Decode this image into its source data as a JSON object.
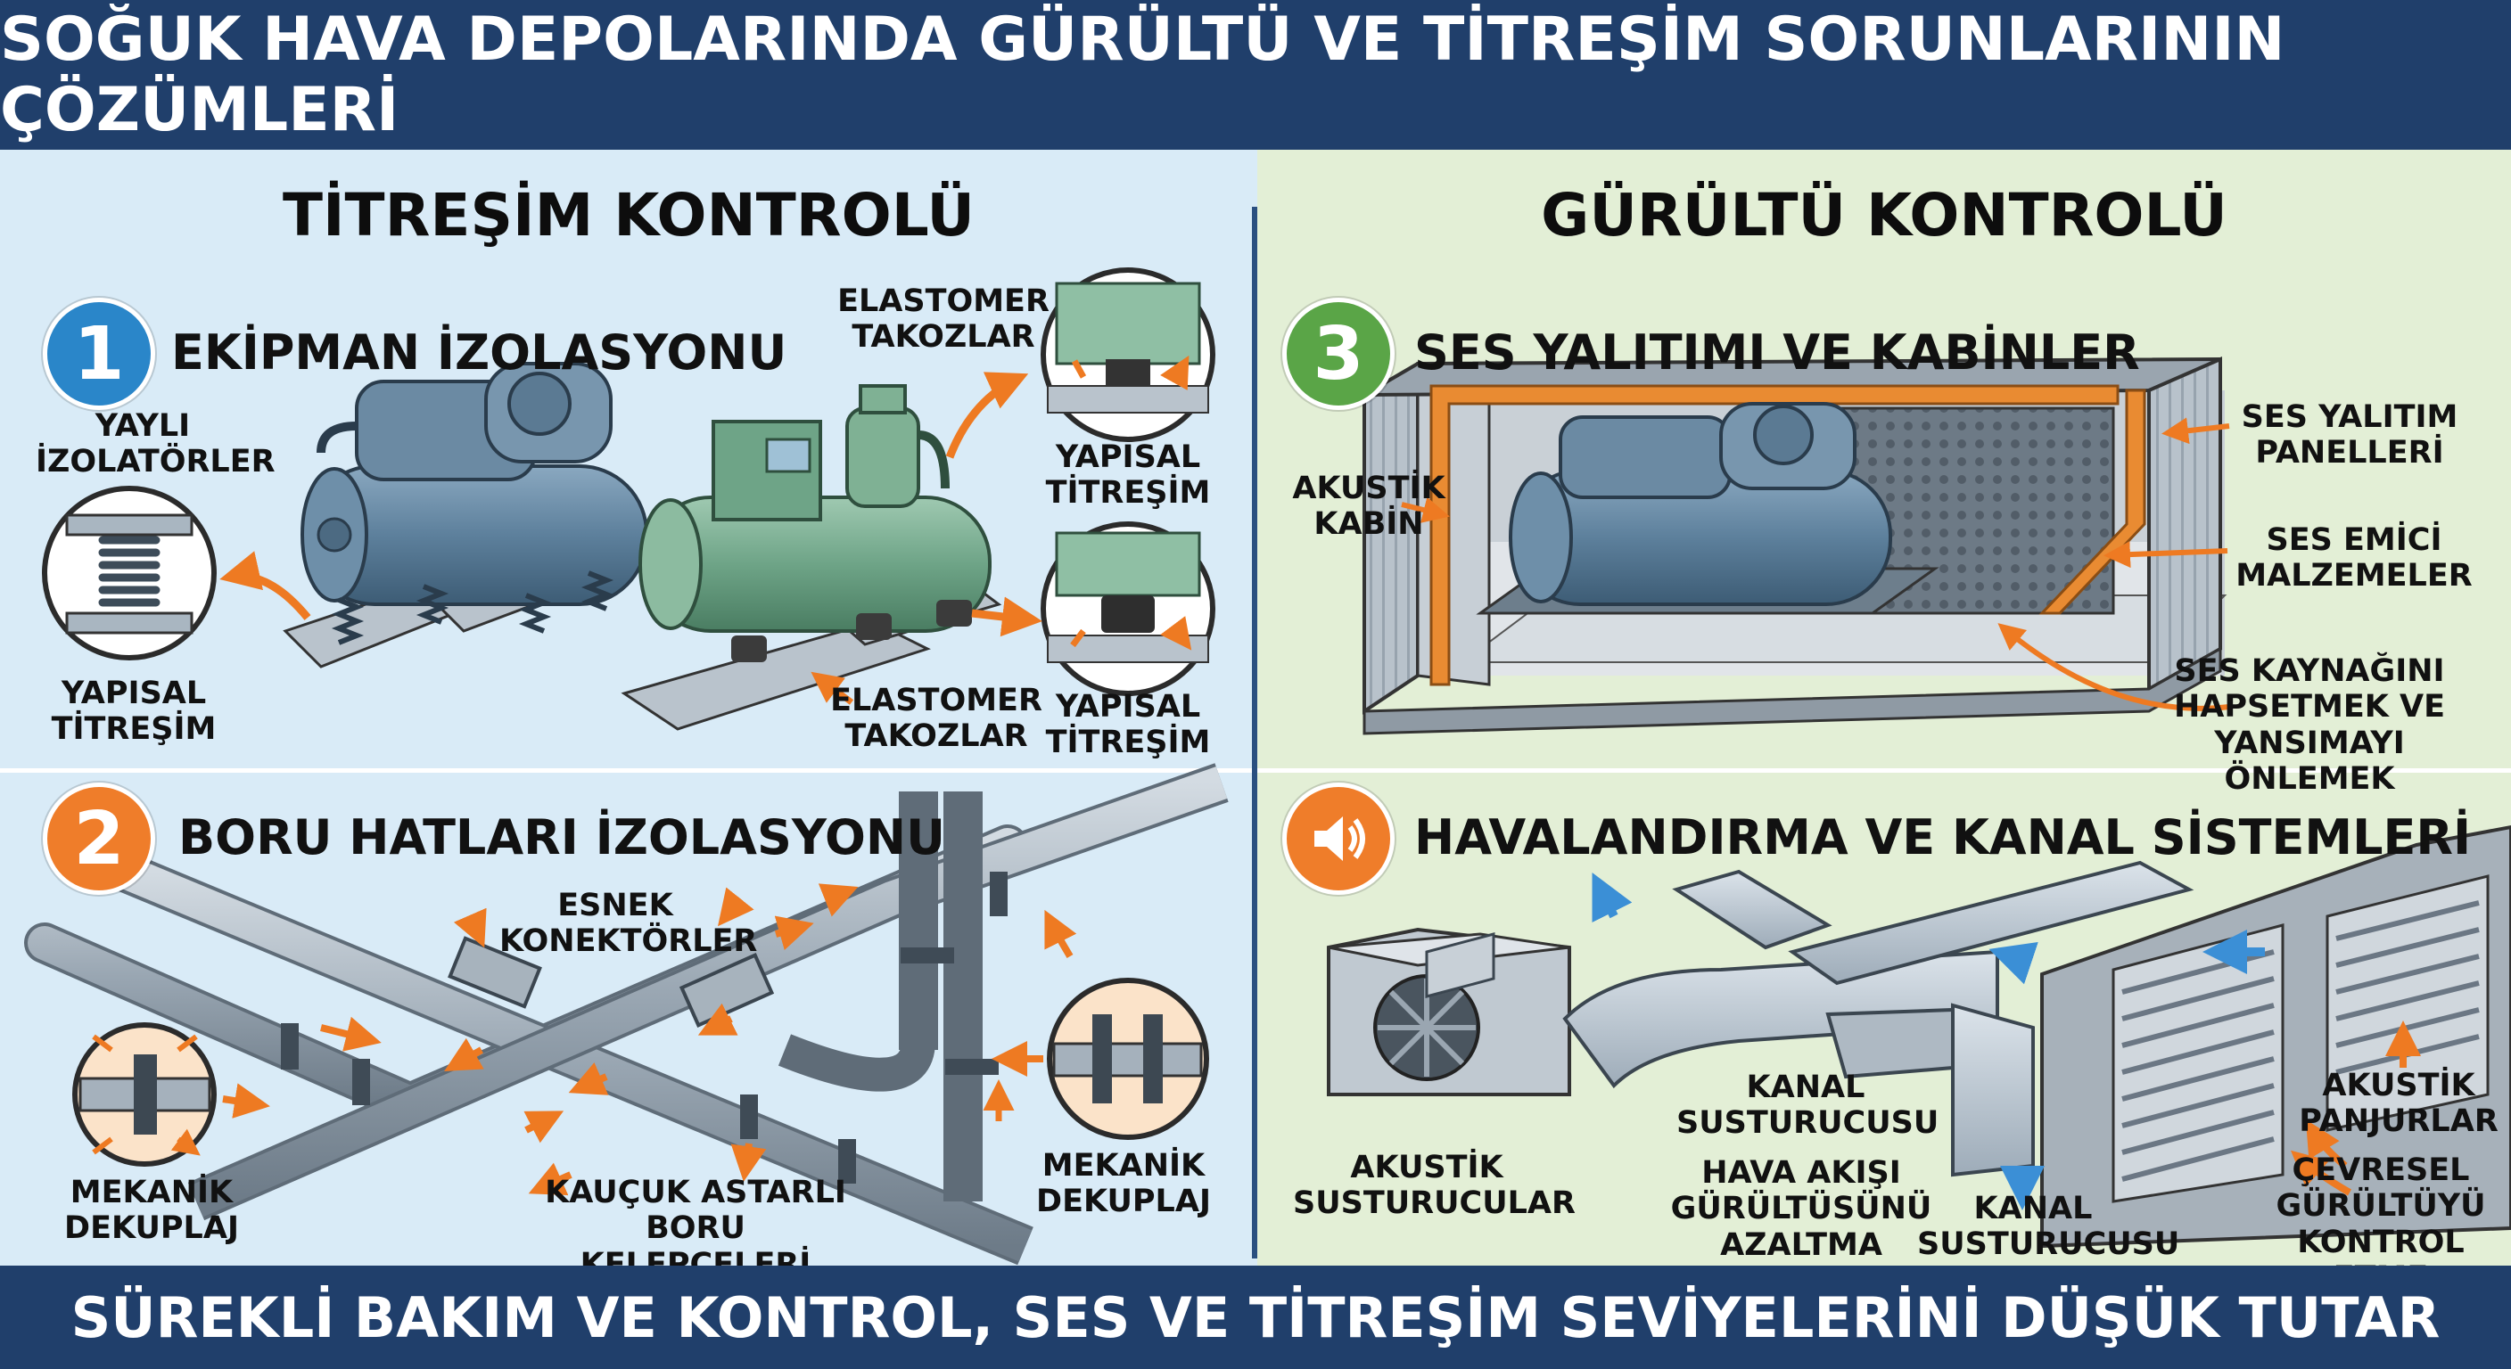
{
  "header": {
    "title": "SOĞUK HAVA DEPOLARINDA GÜRÜLTÜ VE TİTREŞİM SORUNLARININ ÇÖZÜMLERİ"
  },
  "footer": {
    "text": "SÜREKLİ BAKIM VE KONTROL, SES VE TİTREŞİM SEVİYELERİNİ DÜŞÜK TUTAR"
  },
  "left": {
    "title": "TİTREŞİM KONTROLÜ",
    "s1": {
      "number": "1",
      "title": "EKİPMAN İZOLASYONU",
      "labels": {
        "yayli": "YAYLI\nİZOLATÖRLER",
        "yapisal_left": "YAPISAL\nTİTREŞİM",
        "elastomer_top": "ELASTOMER\nTAKOZLAR",
        "yapisal_top": "YAPISAL\nTİTREŞİM",
        "elastomer_bottom": "ELASTOMER\nTAKOZLAR",
        "yapisal_bottom": "YAPISAL\nTİTREŞİM"
      }
    },
    "s2": {
      "number": "2",
      "title": "BORU HATLARI İZOLASYONU",
      "labels": {
        "esnek": "ESNEK\nKONEKTÖRLER",
        "mekanik_left": "MEKANİK\nDEKUPLAJ",
        "kaucuk": "KAUÇUK ASTARLI\nBORU KELEPÇELERİ",
        "mekanik_right": "MEKANİK\nDEKUPLAJ"
      }
    }
  },
  "right": {
    "title": "GÜRÜLTÜ KONTROLÜ",
    "s3": {
      "number": "3",
      "title": "SES YALITIMI VE KABİNLER",
      "labels": {
        "akustik_kabin": "AKUSTİK\nKABİN",
        "ses_yalitim": "SES YALITIM\nPANELLERİ",
        "ses_emici": "SES EMİCİ\nMALZEMELER",
        "ses_kaynagi": "SES KAYNAĞINI\nHAPSETMEK VE\nYANSIMAYI ÖNLEMEK"
      }
    },
    "s4": {
      "title": "HAVALANDIRMA VE KANAL SİSTEMLERİ",
      "labels": {
        "akustik_sus": "AKUSTİK\nSUSTURUCULAR",
        "kanal_sus_mid": "KANAL\nSUSTURUCUSU",
        "hava_akisi": "HAVA AKIŞI\nGÜRÜLTÜSÜNÜ\nAZALTMA",
        "kanal_sus_bottom": "KANAL\nSUSTURUCUSU",
        "akustik_panjur": "AKUSTİK\nPANJURLAR",
        "cevresel": "ÇEVRESEL\nGÜRÜLTÜYÜ\nKONTROL ETME"
      }
    }
  },
  "colors": {
    "navy": "#203f6b",
    "blue_circle": "#2a86c9",
    "orange_circle": "#ef7d2a",
    "green_circle": "#5aa547",
    "arrow_orange": "#ee7a22",
    "insulation": "#e98b32"
  }
}
